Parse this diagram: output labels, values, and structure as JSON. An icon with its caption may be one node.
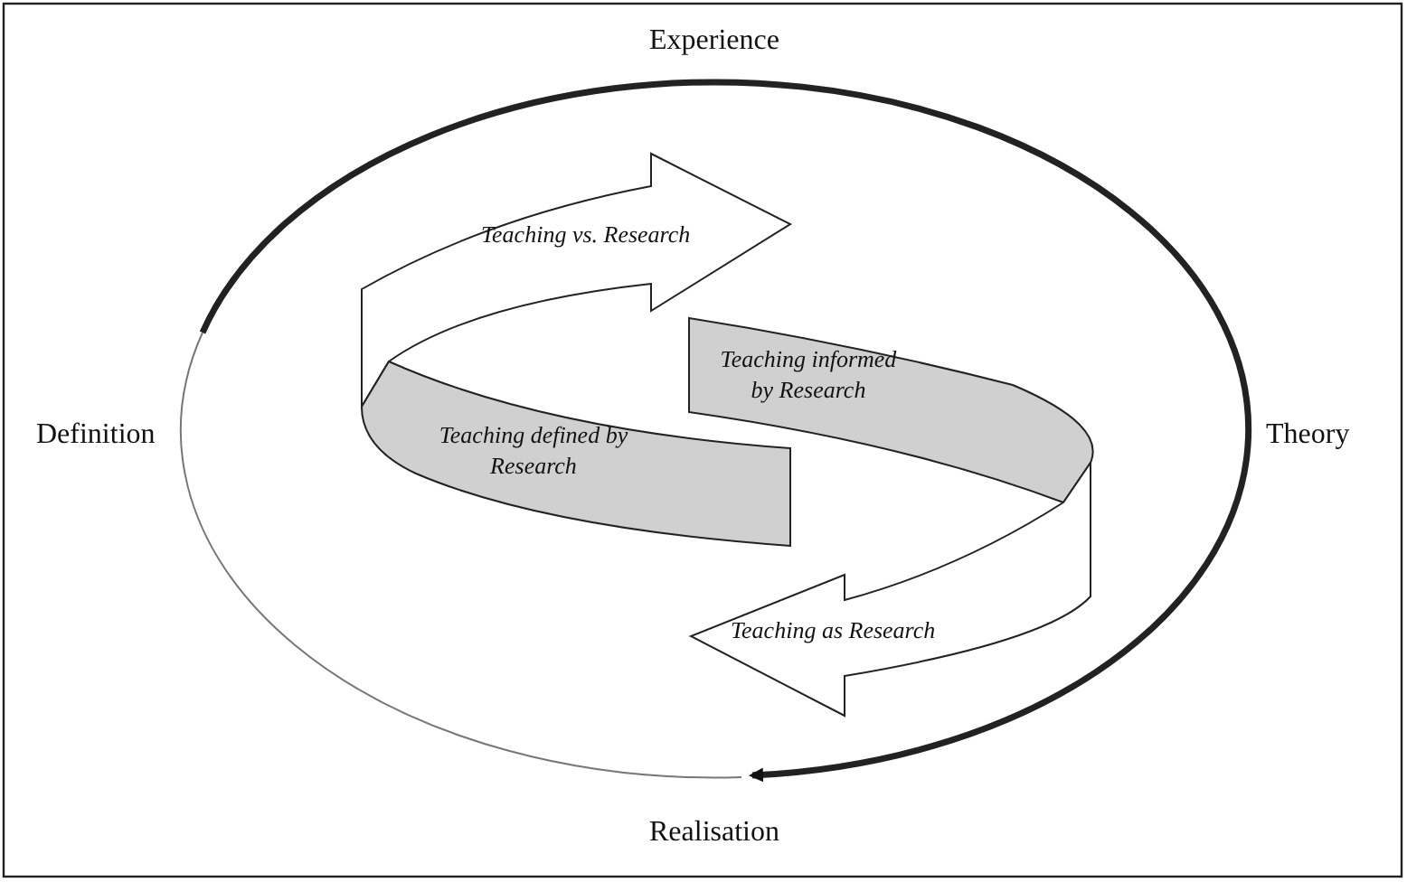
{
  "diagram": {
    "nodes": [
      {
        "text": [
          "Teaching vs. Research"
        ]
      },
      {
        "text": [
          "Teaching informed by Research"
        ]
      },
      {
        "text": [
          "Teaching defined by Research"
        ]
      },
      {
        "text": [
          "Teaching as Research"
        ]
      }
    ],
    "edges": [],
    "labels": [
      "Experience",
      "Definition",
      "Theory",
      "Realisation"
    ]
  }
}
